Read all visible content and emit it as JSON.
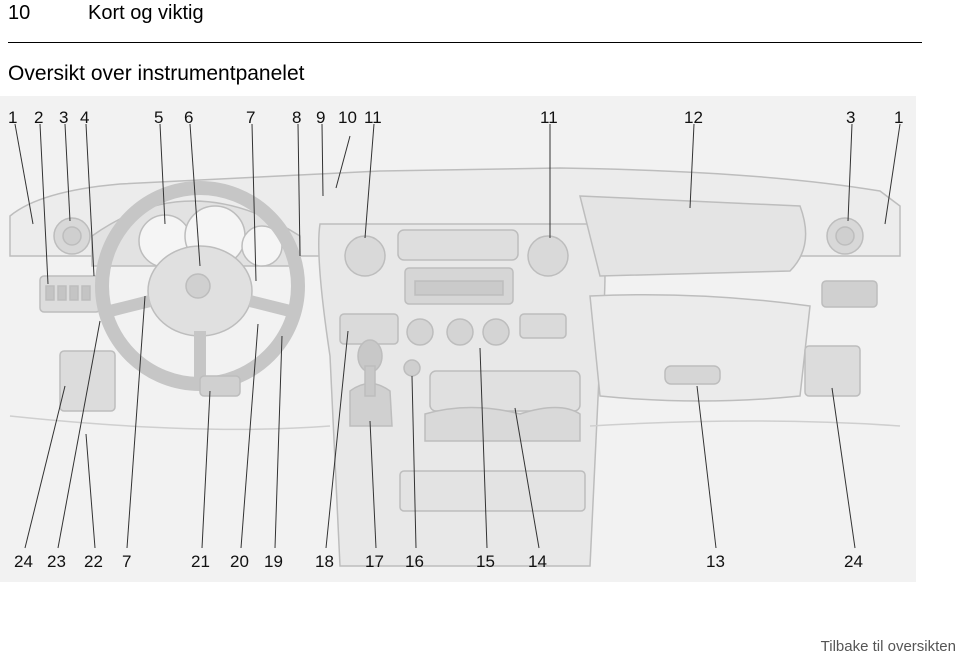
{
  "header": {
    "page_number": "10",
    "chapter": "Kort og viktig"
  },
  "section_title": "Oversikt over instrumentpanelet",
  "figure": {
    "top_callouts": [
      "1",
      "2",
      "3",
      "4",
      "5",
      "6",
      "7",
      "8",
      "9",
      "10",
      "11",
      "11",
      "12",
      "3",
      "1"
    ],
    "bottom_callouts": [
      "24",
      "23",
      "22",
      "7",
      "21",
      "20",
      "19",
      "18",
      "17",
      "16",
      "15",
      "14",
      "13",
      "24"
    ]
  },
  "footer": {
    "back_link": "Tilbake til oversikten"
  }
}
